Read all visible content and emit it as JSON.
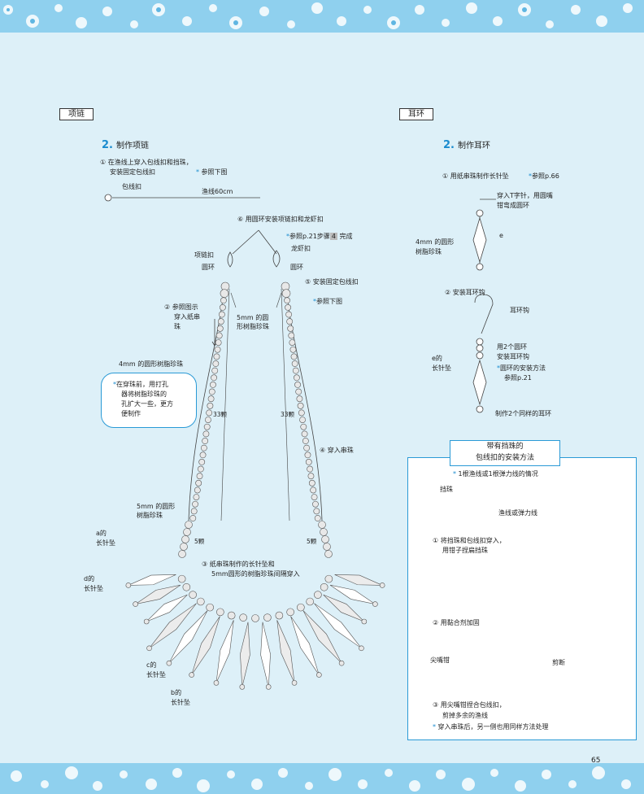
{
  "sections": {
    "necklace": "项链",
    "earring": "耳环"
  },
  "necklace": {
    "heading_num": "2.",
    "heading_text": "制作项链",
    "step1_line1": "① 在渔线上穿入包线扣和挡珠，",
    "step1_line2": "安装固定包线扣",
    "step1_ref": "参照下图",
    "label_clasp_cover": "包线扣",
    "label_line": "渔线60cm",
    "step6": "⑥ 用圆环安装项链扣和龙虾扣",
    "ref_p21": "参照p.21步骤",
    "ref_step_num": "4",
    "ref_done": "完成",
    "label_lobster": "龙虾扣",
    "label_necklace_clasp": "项链扣",
    "label_ring_left": "圆环",
    "label_ring_right": "圆环",
    "step5": "⑤ 安装固定包线扣",
    "step5_ref": "参照下图",
    "step2_line1": "② 参照图示",
    "step2_line2": "穿入纸串",
    "step2_line3": "珠",
    "label_5mm_top_1": "5mm 的圆",
    "label_5mm_top_2": "形树脂珍珠",
    "label_4mm": "4mm 的圆形树脂珍珠",
    "callout_1": "在穿珠前，用打孔",
    "callout_2": "器将树脂珍珠的",
    "callout_3": "孔扩大一些，更方",
    "callout_4": "便制作",
    "count_left": "33颗",
    "count_right": "33颗",
    "step4": "④ 穿入串珠",
    "label_5mm_1": "5mm 的圆形",
    "label_5mm_2": "树脂珍珠",
    "count5_left": "5颗",
    "count5_right": "5颗",
    "label_a_1": "a的",
    "label_a_2": "长针坠",
    "label_d_1": "d的",
    "label_d_2": "长针坠",
    "step3_line1": "③ 纸串珠制作的长针坠和",
    "step3_line2": "5mm圆形的树脂珍珠间隔穿入",
    "label_c_1": "c的",
    "label_c_2": "长针坠",
    "label_b_1": "b的",
    "label_b_2": "长针坠"
  },
  "earring": {
    "heading_num": "2.",
    "heading_text": "制作耳环",
    "step1": "① 用纸串珠制作长针坠",
    "step1_ref": "参照p.66",
    "note_pin_1": "穿入T字针，用圆嘴",
    "note_pin_2": "钳弯成圆环",
    "label_e": "e",
    "label_4mm_1": "4mm 的圆形",
    "label_4mm_2": "树脂珍珠",
    "step2": "② 安装耳环钩",
    "label_hook": "耳环钩",
    "label_ring_1": "用2个圆环",
    "label_ring_2": "安装耳环钩",
    "label_e_pend_1": "e的",
    "label_e_pend_2": "长针坠",
    "ring_ref_1": "圆环的安装方法",
    "ring_ref_2": "参照p.21",
    "make_two": "制作2个同样的耳环"
  },
  "crimp_box": {
    "title_1": "带有挡珠的",
    "title_2": "包线扣的安装方法",
    "subtitle": "1根渔线或1根弹力线的情况",
    "label_bead": "挡珠",
    "label_line": "渔线或弹力线",
    "step1_line1": "① 将挡珠和包线扣穿入，",
    "step1_line2": "用钳子捏扁挡珠",
    "step2": "② 用黏合剂加固",
    "label_pliers": "尖嘴钳",
    "label_cut": "剪断",
    "step3_line1": "③ 用尖嘴钳捏合包线扣，",
    "step3_line2": "剪掉多余的渔线",
    "note": "穿入串珠后，另一侧也用同样方法处理"
  },
  "page_number": "65",
  "colors": {
    "background": "#ddf0f8",
    "accent": "#1b8ccf",
    "border": "#8fd0ee",
    "line": "#444444"
  }
}
